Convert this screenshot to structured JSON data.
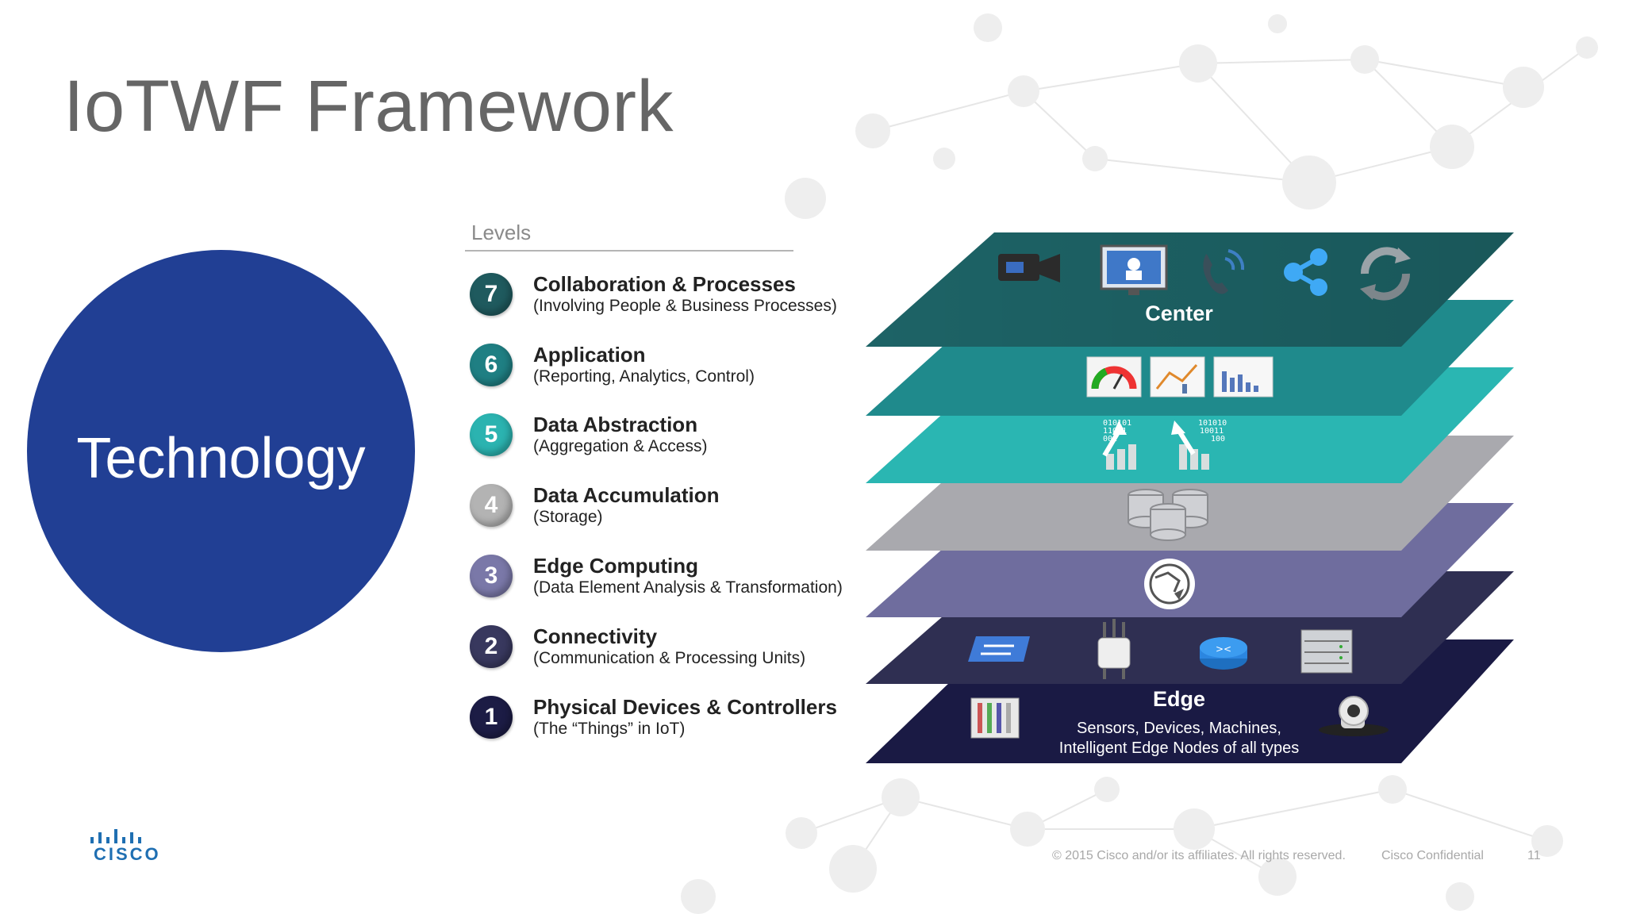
{
  "slide": {
    "title": "IoTWF Framework",
    "circle_label": "Technology",
    "levels_header": "Levels",
    "colors": {
      "circle": "#213f94",
      "title": "#666666"
    }
  },
  "levels": [
    {
      "num": "7",
      "title": "Collaboration & Processes",
      "subtitle": "(Involving People & Business Processes)",
      "color": "#1f5a5e"
    },
    {
      "num": "6",
      "title": "Application",
      "subtitle": "(Reporting, Analytics, Control)",
      "color": "#1f7f83"
    },
    {
      "num": "5",
      "title": "Data Abstraction",
      "subtitle": "(Aggregation & Access)",
      "color": "#2bb3b0"
    },
    {
      "num": "4",
      "title": "Data Accumulation",
      "subtitle": "(Storage)",
      "color": "#b3b3b3"
    },
    {
      "num": "3",
      "title": "Edge Computing",
      "subtitle": "(Data Element Analysis & Transformation)",
      "color": "#7a78a8"
    },
    {
      "num": "2",
      "title": "Connectivity",
      "subtitle": "(Communication & Processing Units)",
      "color": "#38385e"
    },
    {
      "num": "1",
      "title": "Physical Devices & Controllers",
      "subtitle": "(The “Things” in IoT)",
      "color": "#1c1c45"
    }
  ],
  "stack": {
    "center_label": "Center",
    "edge_label": "Edge",
    "edge_desc_1": "Sensors, Devices, Machines,",
    "edge_desc_2": "Intelligent Edge Nodes of all types",
    "layer_colors": [
      "#1d6366",
      "#1f8a8c",
      "#2ab6b2",
      "#a9a9ae",
      "#6f6d9e",
      "#2f2f52",
      "#1a1a44"
    ],
    "icons_top": [
      "video-camera-icon",
      "monitor-icon",
      "phone-icon",
      "share-icon",
      "recycle-icon"
    ],
    "icons_app": [
      "gauge-icon",
      "chart-report-icon",
      "bar-report-icon"
    ],
    "icons_abstraction": [
      "binary-up-icon",
      "binary-down-icon"
    ],
    "icons_connectivity": [
      "switch-icon",
      "access-point-icon",
      "router-icon",
      "server-icon"
    ],
    "icons_edge": [
      "rack-device-icon",
      "camera-icon"
    ]
  },
  "footer": {
    "brand": "CISCO",
    "copyright": "© 2015  Cisco and/or its affiliates. All rights reserved.",
    "confidential": "Cisco Confidential",
    "page": "11"
  }
}
